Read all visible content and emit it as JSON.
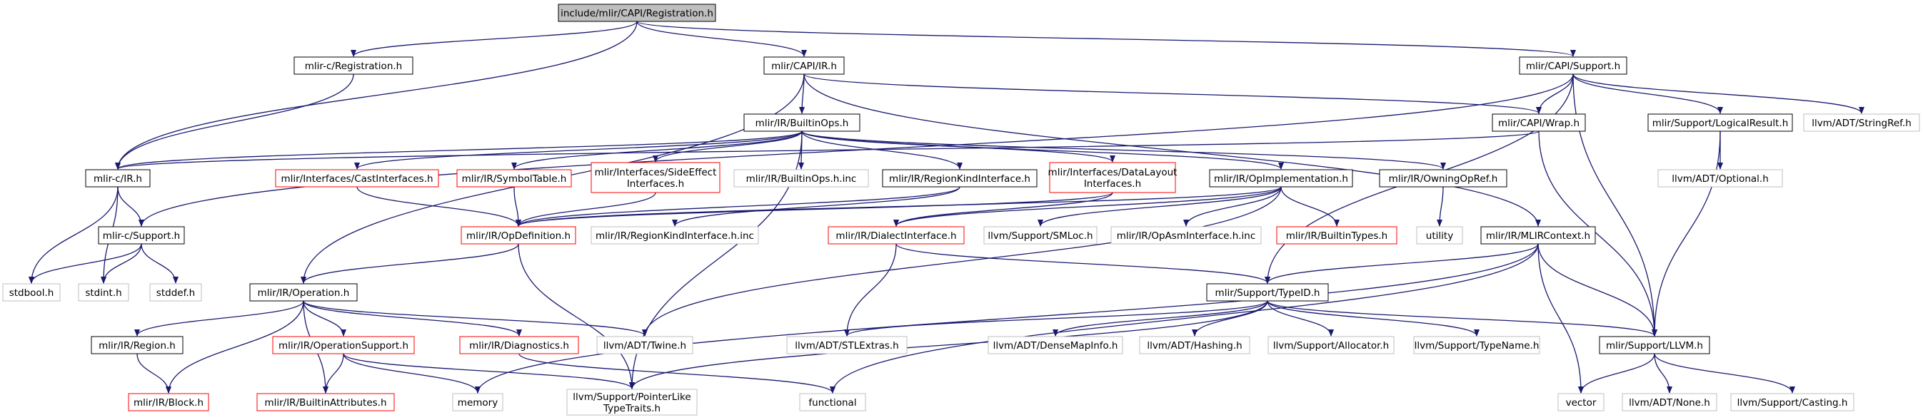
{
  "nodes": [
    {
      "id": "root",
      "lines": [
        "include/mlir/CAPI/Registration.h"
      ],
      "style": "root"
    },
    {
      "id": "c_registration",
      "lines": [
        "mlir-c/Registration.h"
      ],
      "style": "normal"
    },
    {
      "id": "capi_ir",
      "lines": [
        "mlir/CAPI/IR.h"
      ],
      "style": "normal"
    },
    {
      "id": "capi_support",
      "lines": [
        "mlir/CAPI/Support.h"
      ],
      "style": "normal"
    },
    {
      "id": "builtinops",
      "lines": [
        "mlir/IR/BuiltinOps.h"
      ],
      "style": "normal"
    },
    {
      "id": "capi_wrap",
      "lines": [
        "mlir/CAPI/Wrap.h"
      ],
      "style": "normal"
    },
    {
      "id": "logicalresult",
      "lines": [
        "mlir/Support/LogicalResult.h"
      ],
      "style": "normal"
    },
    {
      "id": "stringref",
      "lines": [
        "llvm/ADT/StringRef.h"
      ],
      "style": "gray"
    },
    {
      "id": "c_ir",
      "lines": [
        "mlir-c/IR.h"
      ],
      "style": "normal"
    },
    {
      "id": "castinterfaces",
      "lines": [
        "mlir/Interfaces/CastInterfaces.h"
      ],
      "style": "red"
    },
    {
      "id": "symboltable",
      "lines": [
        "mlir/IR/SymbolTable.h"
      ],
      "style": "red"
    },
    {
      "id": "sideeffect",
      "lines": [
        "mlir/Interfaces/SideEffect",
        "Interfaces.h"
      ],
      "style": "red"
    },
    {
      "id": "builtinops_inc",
      "lines": [
        "mlir/IR/BuiltinOps.h.inc"
      ],
      "style": "gray"
    },
    {
      "id": "regionkind",
      "lines": [
        "mlir/IR/RegionKindInterface.h"
      ],
      "style": "normal"
    },
    {
      "id": "datalayout",
      "lines": [
        "mlir/Interfaces/DataLayout",
        "Interfaces.h"
      ],
      "style": "red"
    },
    {
      "id": "opimpl",
      "lines": [
        "mlir/IR/OpImplementation.h"
      ],
      "style": "normal"
    },
    {
      "id": "owningopref",
      "lines": [
        "mlir/IR/OwningOpRef.h"
      ],
      "style": "normal"
    },
    {
      "id": "optional",
      "lines": [
        "llvm/ADT/Optional.h"
      ],
      "style": "gray"
    },
    {
      "id": "c_support",
      "lines": [
        "mlir-c/Support.h"
      ],
      "style": "normal"
    },
    {
      "id": "opdefinition",
      "lines": [
        "mlir/IR/OpDefinition.h"
      ],
      "style": "red"
    },
    {
      "id": "regionkind_inc",
      "lines": [
        "mlir/IR/RegionKindInterface.h.inc"
      ],
      "style": "gray"
    },
    {
      "id": "dialectinterface",
      "lines": [
        "mlir/IR/DialectInterface.h"
      ],
      "style": "red"
    },
    {
      "id": "smloc",
      "lines": [
        "llvm/Support/SMLoc.h"
      ],
      "style": "gray"
    },
    {
      "id": "opasminterface",
      "lines": [
        "mlir/IR/OpAsmInterface.h.inc"
      ],
      "style": "gray"
    },
    {
      "id": "builtintypes",
      "lines": [
        "mlir/IR/BuiltinTypes.h"
      ],
      "style": "red"
    },
    {
      "id": "utility",
      "lines": [
        "utility"
      ],
      "style": "gray"
    },
    {
      "id": "mlircontext",
      "lines": [
        "mlir/IR/MLIRContext.h"
      ],
      "style": "normal"
    },
    {
      "id": "stdbool",
      "lines": [
        "stdbool.h"
      ],
      "style": "gray"
    },
    {
      "id": "stdint",
      "lines": [
        "stdint.h"
      ],
      "style": "gray"
    },
    {
      "id": "stddef",
      "lines": [
        "stddef.h"
      ],
      "style": "gray"
    },
    {
      "id": "operation",
      "lines": [
        "mlir/IR/Operation.h"
      ],
      "style": "normal"
    },
    {
      "id": "typeid",
      "lines": [
        "mlir/Support/TypeID.h"
      ],
      "style": "normal"
    },
    {
      "id": "region",
      "lines": [
        "mlir/IR/Region.h"
      ],
      "style": "normal"
    },
    {
      "id": "operationsupport",
      "lines": [
        "mlir/IR/OperationSupport.h"
      ],
      "style": "red"
    },
    {
      "id": "diagnostics",
      "lines": [
        "mlir/IR/Diagnostics.h"
      ],
      "style": "red"
    },
    {
      "id": "twine",
      "lines": [
        "llvm/ADT/Twine.h"
      ],
      "style": "gray"
    },
    {
      "id": "stlextras",
      "lines": [
        "llvm/ADT/STLExtras.h"
      ],
      "style": "gray"
    },
    {
      "id": "densemapinfo",
      "lines": [
        "llvm/ADT/DenseMapInfo.h"
      ],
      "style": "gray"
    },
    {
      "id": "hashing",
      "lines": [
        "llvm/ADT/Hashing.h"
      ],
      "style": "gray"
    },
    {
      "id": "allocator",
      "lines": [
        "llvm/Support/Allocator.h"
      ],
      "style": "gray"
    },
    {
      "id": "typename",
      "lines": [
        "llvm/Support/TypeName.h"
      ],
      "style": "gray"
    },
    {
      "id": "llvm_h",
      "lines": [
        "mlir/Support/LLVM.h"
      ],
      "style": "normal"
    },
    {
      "id": "block",
      "lines": [
        "mlir/IR/Block.h"
      ],
      "style": "red"
    },
    {
      "id": "builtinattributes",
      "lines": [
        "mlir/IR/BuiltinAttributes.h"
      ],
      "style": "red"
    },
    {
      "id": "memory",
      "lines": [
        "memory"
      ],
      "style": "gray"
    },
    {
      "id": "pointerlike",
      "lines": [
        "llvm/Support/PointerLike",
        "TypeTraits.h"
      ],
      "style": "gray"
    },
    {
      "id": "functional",
      "lines": [
        "functional"
      ],
      "style": "gray"
    },
    {
      "id": "vector",
      "lines": [
        "vector"
      ],
      "style": "gray"
    },
    {
      "id": "none",
      "lines": [
        "llvm/ADT/None.h"
      ],
      "style": "gray"
    },
    {
      "id": "casting",
      "lines": [
        "llvm/Support/Casting.h"
      ],
      "style": "gray"
    }
  ],
  "edges": [
    [
      "root",
      "c_registration"
    ],
    [
      "root",
      "capi_ir"
    ],
    [
      "root",
      "capi_support"
    ],
    [
      "root",
      "c_ir"
    ],
    [
      "c_registration",
      "c_ir"
    ],
    [
      "capi_ir",
      "builtinops"
    ],
    [
      "capi_ir",
      "capi_wrap"
    ],
    [
      "capi_ir",
      "mlircontext"
    ],
    [
      "capi_ir",
      "operation"
    ],
    [
      "capi_support",
      "capi_wrap"
    ],
    [
      "capi_support",
      "logicalresult"
    ],
    [
      "capi_support",
      "stringref"
    ],
    [
      "capi_support",
      "c_support"
    ],
    [
      "capi_support",
      "typeid"
    ],
    [
      "capi_support",
      "llvm_h"
    ],
    [
      "builtinops",
      "c_ir"
    ],
    [
      "builtinops",
      "castinterfaces"
    ],
    [
      "builtinops",
      "symboltable"
    ],
    [
      "builtinops",
      "sideeffect"
    ],
    [
      "builtinops",
      "builtinops_inc"
    ],
    [
      "builtinops",
      "regionkind"
    ],
    [
      "builtinops",
      "datalayout"
    ],
    [
      "builtinops",
      "opimpl"
    ],
    [
      "builtinops",
      "owningopref"
    ],
    [
      "builtinops",
      "pointerlike"
    ],
    [
      "capi_wrap",
      "c_ir"
    ],
    [
      "capi_wrap",
      "llvm_h"
    ],
    [
      "logicalresult",
      "optional"
    ],
    [
      "logicalresult",
      "llvm_h"
    ],
    [
      "c_ir",
      "c_support"
    ],
    [
      "c_ir",
      "stdbool"
    ],
    [
      "c_ir",
      "stdint"
    ],
    [
      "c_support",
      "stdbool"
    ],
    [
      "c_support",
      "stdint"
    ],
    [
      "c_support",
      "stddef"
    ],
    [
      "castinterfaces",
      "opdefinition"
    ],
    [
      "symboltable",
      "opdefinition"
    ],
    [
      "sideeffect",
      "opdefinition"
    ],
    [
      "regionkind",
      "opdefinition"
    ],
    [
      "regionkind",
      "regionkind_inc"
    ],
    [
      "datalayout",
      "opdefinition"
    ],
    [
      "datalayout",
      "dialectinterface"
    ],
    [
      "opimpl",
      "opdefinition"
    ],
    [
      "opimpl",
      "dialectinterface"
    ],
    [
      "opimpl",
      "smloc"
    ],
    [
      "opimpl",
      "opasminterface"
    ],
    [
      "opimpl",
      "builtintypes"
    ],
    [
      "opimpl",
      "twine"
    ],
    [
      "owningopref",
      "utility"
    ],
    [
      "opdefinition",
      "operation"
    ],
    [
      "opdefinition",
      "pointerlike"
    ],
    [
      "dialectinterface",
      "typeid"
    ],
    [
      "dialectinterface",
      "stlextras"
    ],
    [
      "mlircontext",
      "typeid"
    ],
    [
      "mlircontext",
      "llvm_h"
    ],
    [
      "mlircontext",
      "vector"
    ],
    [
      "mlircontext",
      "memory"
    ],
    [
      "mlircontext",
      "functional"
    ],
    [
      "operation",
      "region"
    ],
    [
      "operation",
      "block"
    ],
    [
      "operation",
      "operationsupport"
    ],
    [
      "operation",
      "diagnostics"
    ],
    [
      "operation",
      "twine"
    ],
    [
      "operation",
      "builtinattributes"
    ],
    [
      "region",
      "block"
    ],
    [
      "operationsupport",
      "builtinattributes"
    ],
    [
      "operationsupport",
      "memory"
    ],
    [
      "operationsupport",
      "pointerlike"
    ],
    [
      "diagnostics",
      "functional"
    ],
    [
      "typeid",
      "stlextras"
    ],
    [
      "typeid",
      "densemapinfo"
    ],
    [
      "typeid",
      "hashing"
    ],
    [
      "typeid",
      "allocator"
    ],
    [
      "typeid",
      "typename"
    ],
    [
      "typeid",
      "llvm_h"
    ],
    [
      "typeid",
      "pointerlike"
    ],
    [
      "llvm_h",
      "vector"
    ],
    [
      "llvm_h",
      "none"
    ],
    [
      "llvm_h",
      "casting"
    ]
  ],
  "colors": {
    "edge": "#191970",
    "normal_border": "#000000",
    "red_border": "#ff0000",
    "gray_border": "#bfbfbf",
    "root_fill": "#bfbfbf",
    "text": "#000000",
    "gray_text": "#000000"
  }
}
